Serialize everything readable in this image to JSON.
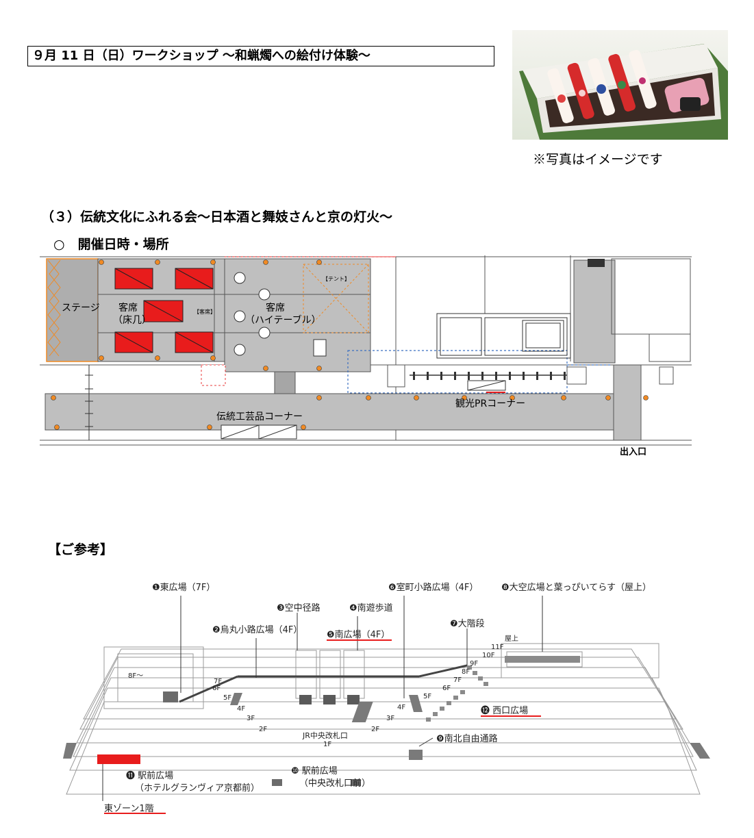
{
  "workshop": {
    "title": "９月 11 日（日）ワークショップ ～和蝋燭への絵付け体験～",
    "caption": "※写真はイメージです"
  },
  "section3": {
    "heading": "（３）伝統文化にふれる会～日本酒と舞妓さんと京の灯火～",
    "bullet": "○　開催日時・場所"
  },
  "floor_plan": {
    "stage": "ステージ",
    "seats_bench": "客席\n（床几）",
    "seats_bench_l1": "客席",
    "seats_bench_l2": "（床几）",
    "seats_small": "【客席】",
    "seats_hightable_l1": "客席",
    "seats_hightable_l2": "（ハイテーブル）",
    "tent": "【テント】",
    "crafts_corner": "伝統工芸品コーナー",
    "tourism_corner": "観光PRコーナー",
    "entrance": "出入口",
    "colors": {
      "seat_block": "#e81c1c",
      "stage_outline": "#f08a24",
      "dot": "#f08a24",
      "zone_gray": "#bfbfbf",
      "dashed_blue": "#3a6fc0"
    }
  },
  "reference": {
    "heading": "【ご参考】"
  },
  "station_map": {
    "labels": {
      "east_plaza": "❶東広場（7F）",
      "karasuma": "❷烏丸小路広場（4F）",
      "skyway": "❸空中径路",
      "south_walk": "❹南遊歩道",
      "south_plaza": "❺南広場（4F）",
      "muromachi": "❻室町小路広場（4F）",
      "staircase": "❼大階段",
      "rooftop": "❽大空広場と葉っぴいてらす（屋上）",
      "ns_passage": "❾南北自由通路",
      "station_front_central_l1": "❿ 駅前広場",
      "station_front_central_l2": "（中央改札口前）",
      "station_front_hotel_l1": "⓫ 駅前広場",
      "station_front_hotel_l2": "（ホテルグランヴィア京都前）",
      "west_plaza": "⓬ 西口広場",
      "jr_gate": "JR中央改札口",
      "east_zone": "東ゾーン1階"
    },
    "floors": [
      "8F～",
      "7F",
      "6F",
      "5F",
      "4F",
      "3F",
      "2F",
      "1F",
      "2F",
      "3F",
      "4F",
      "5F",
      "6F",
      "7F",
      "8F",
      "9F",
      "10F",
      "11F",
      "屋上"
    ],
    "highlight_color": "#e81c1c"
  }
}
